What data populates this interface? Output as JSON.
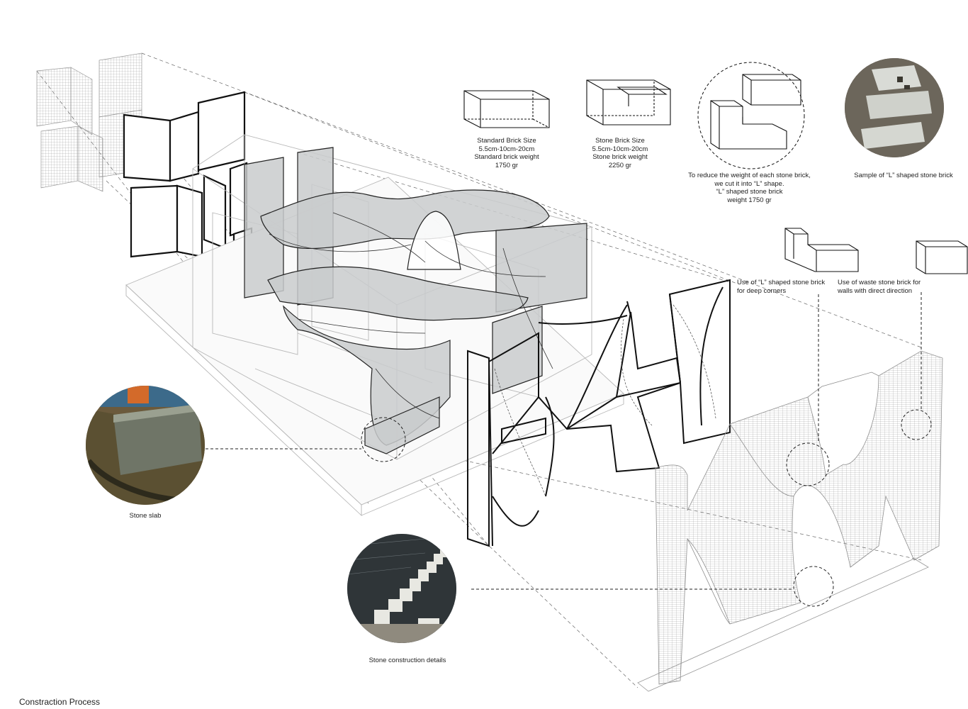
{
  "page_title": "Constraction Process",
  "captions": {
    "standard_brick": [
      "Standard Brick Size",
      "5.5cm-10cm-20cm",
      "Standard brick weight",
      "1750 gr"
    ],
    "stone_brick": [
      "Stone Brick Size",
      "5.5cm-10cm-20cm",
      "Stone brick weight",
      "2250 gr"
    ],
    "l_shape_reason": [
      "To reduce the weight of each stone brick,",
      "we cut it into “L” shape.",
      "“L” shaped stone brick",
      "weight 1750 gr"
    ],
    "sample_l_brick": [
      "Sample of “L” shaped stone brick"
    ],
    "use_l_brick": [
      "Use of “L” shaped stone brick",
      "for deep corners"
    ],
    "use_waste_brick": [
      "Use  of  waste  stone  brick  for",
      "walls with direct direction"
    ],
    "stone_slab": [
      "Stone slab"
    ],
    "stone_construction": [
      "Stone construction details"
    ]
  },
  "colors": {
    "line": "#1a1a1a",
    "faint_line": "#b5b5b5",
    "shaded_surface": "#c9cbcc",
    "hatch": "#8c8c8c"
  }
}
